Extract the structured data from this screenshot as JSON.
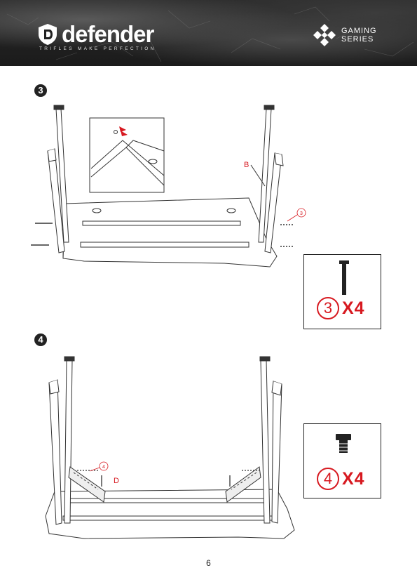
{
  "header": {
    "brand": "defender",
    "slogan": "TRIFLES MAKE PERFECTION",
    "gaming_line1": "GAMING",
    "gaming_line2": "SERIES"
  },
  "steps": [
    {
      "number": "3",
      "part_label": "B",
      "callout": "3",
      "qty_circle": "3",
      "qty_text": "X4"
    },
    {
      "number": "4",
      "part_label": "D",
      "callout": "4",
      "qty_circle": "4",
      "qty_text": "X4"
    }
  ],
  "page_number": "6",
  "colors": {
    "accent": "#d71920",
    "ink": "#222222",
    "header_bg": "#1f1f1f"
  }
}
